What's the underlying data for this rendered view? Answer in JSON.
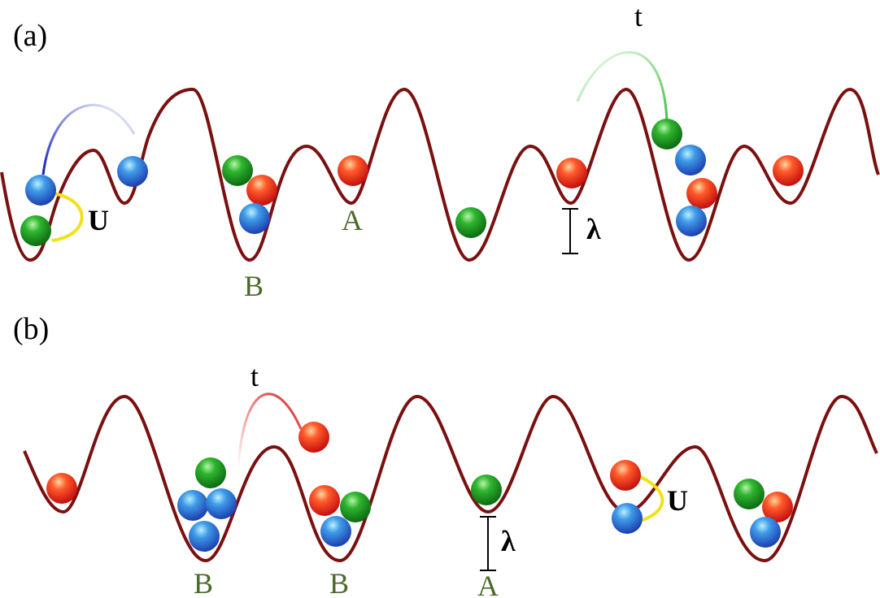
{
  "panels": [
    {
      "label": "(a)",
      "hopping_label": "t",
      "interaction_label": "U",
      "offset_label": "λ",
      "site_labels": [
        "B",
        "A"
      ]
    },
    {
      "label": "(b)",
      "hopping_label": "t",
      "interaction_label": "U",
      "offset_label": "λ",
      "site_labels": [
        "B",
        "B",
        "A"
      ]
    }
  ],
  "colors": {
    "lattice": "#7a1010",
    "site_label": "#4a6a2a",
    "particle_red": "#e8261c",
    "particle_green": "#1f9a1f",
    "particle_blue": "#2f78d8",
    "interaction_arc": "#f2e11a"
  }
}
